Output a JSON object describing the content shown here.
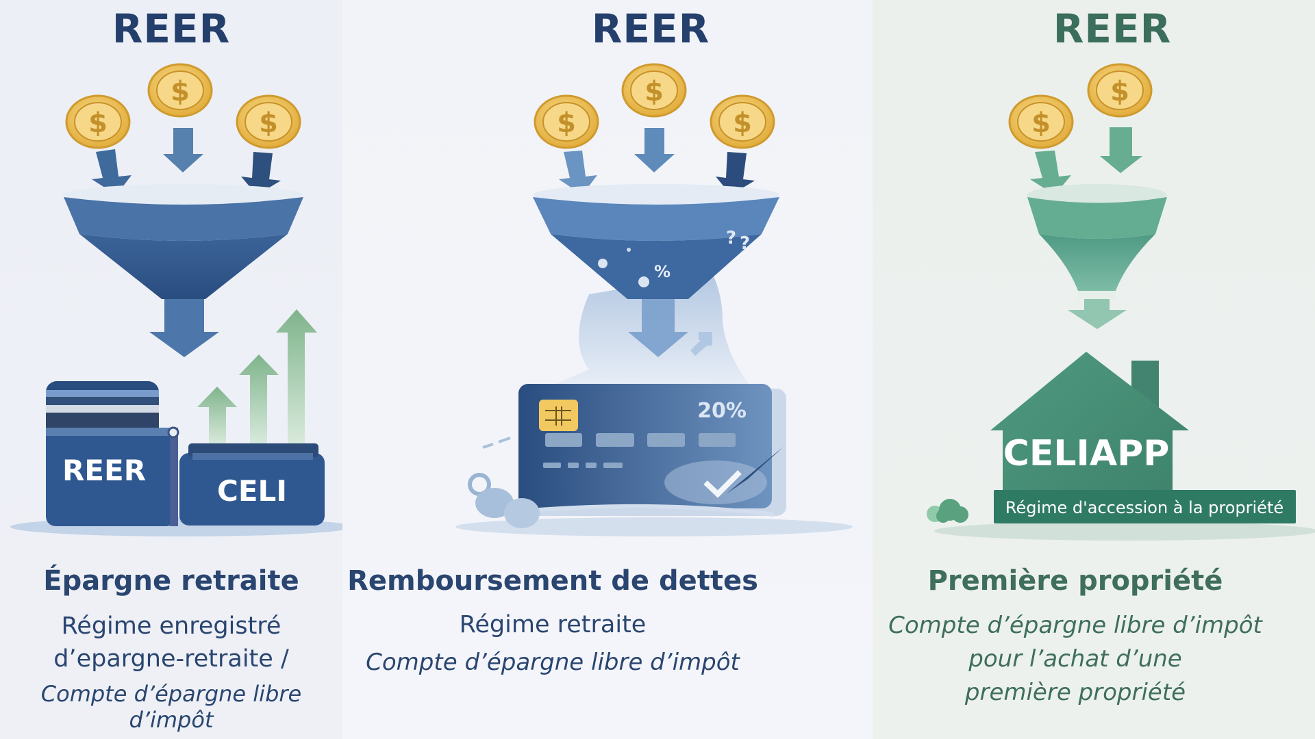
{
  "colors": {
    "navy": "#243f6b",
    "funnel_blue": "#3b6499",
    "coin_gold": "#e9b94a",
    "growth_green": "#8cbf95",
    "house_green": "#4c917a",
    "label_green": "#2f7a63"
  },
  "panels": [
    {
      "title": "REER",
      "illustration": {
        "coins": [
          "$",
          "$",
          "$"
        ],
        "boxes": [
          {
            "label": "REER"
          },
          {
            "label": "CELI"
          }
        ]
      },
      "heading": "Épargne retraite",
      "sub_lines": [
        "Régime enregistré",
        "d’epargne-retraite /",
        "Compte d’épargne libre d’impôt"
      ]
    },
    {
      "title": "REER",
      "illustration": {
        "coins": [
          "$",
          "$",
          "$"
        ],
        "funnel_symbols": [
          "?",
          "?",
          "%"
        ],
        "card_rate": "20%"
      },
      "heading": "Remboursement de dettes",
      "sub_lines": [
        "Régime retraite",
        "Compte d’épargne libre d’impôt"
      ]
    },
    {
      "title": "REER",
      "illustration": {
        "coins": [
          "$",
          "$"
        ],
        "house_label": "CELIAPP",
        "banner_label": "Régime d'accession à la propriété"
      },
      "heading": "Première propriété",
      "sub_lines": [
        "Compte d’épargne libre d’impôt",
        "pour l’achat d’une",
        "première propriété"
      ]
    }
  ]
}
